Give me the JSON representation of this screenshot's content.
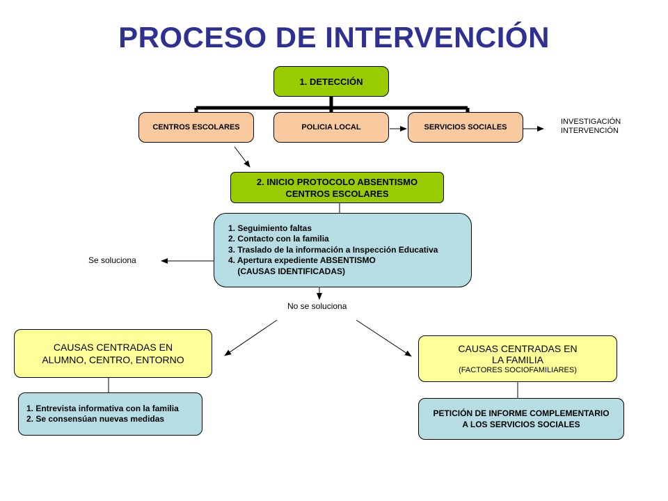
{
  "title": "PROCESO DE INTERVENCIÓN",
  "detection": {
    "label": "1. DETECCIÓN",
    "sources": [
      "CENTROS ESCOLARES",
      "POLICIA LOCAL",
      "SERVICIOS SOCIALES"
    ],
    "services_outcome": [
      "INVESTIGACIÓN",
      "INTERVENCIÓN"
    ]
  },
  "protocol": {
    "title_lines": [
      "2. INICIO PROTOCOLO ABSENTISMO",
      "CENTROS ESCOLARES"
    ],
    "steps": [
      "1. Seguimiento faltas",
      "2. Contacto  con la familia",
      "3. Traslado de la información a Inspección Educativa",
      "4. Apertura expediente ABSENTISMO",
      "    (CAUSAS IDENTIFICADAS)"
    ],
    "resolved_label": "Se soluciona",
    "unresolved_label": "No se soluciona"
  },
  "left_branch": {
    "cause_lines": [
      "CAUSAS CENTRADAS EN",
      "ALUMNO, CENTRO, ENTORNO"
    ],
    "actions": [
      "1. Entrevista informativa  con la familia",
      "2. Se consensúan  nuevas medidas"
    ]
  },
  "right_branch": {
    "cause_lines": [
      "CAUSAS CENTRADAS EN",
      "LA FAMILIA",
      "(FACTORES  SOCIOFAMILIARES)"
    ],
    "request_lines": [
      "PETICIÓN DE INFORME COMPLEMENTARIO",
      "A LOS SERVICIOS SOCIALES"
    ]
  },
  "colors": {
    "title": "#2e3192",
    "detection": "#99cc00",
    "sources": "#f9c9a0",
    "process": "#b7dde4",
    "causes": "#ffff99"
  }
}
